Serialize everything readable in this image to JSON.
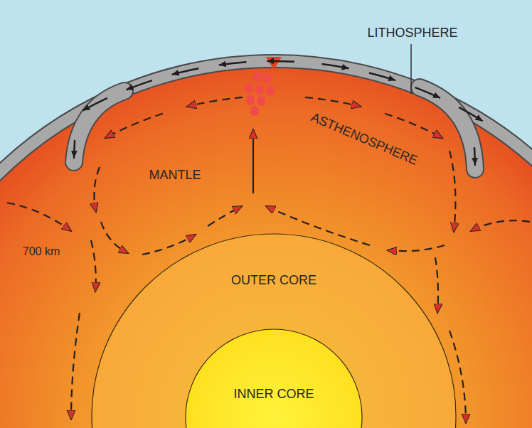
{
  "diagram": {
    "nodes": [
      {
        "text": [
          "OUTER CORE"
        ]
      },
      {
        "text": [
          "INNER CORE"
        ],
        "in": 0
      }
    ],
    "labels": [
      "LITHOSPHERE",
      "ASTHENOSPHERE",
      "MANTLE",
      "700 km"
    ]
  }
}
